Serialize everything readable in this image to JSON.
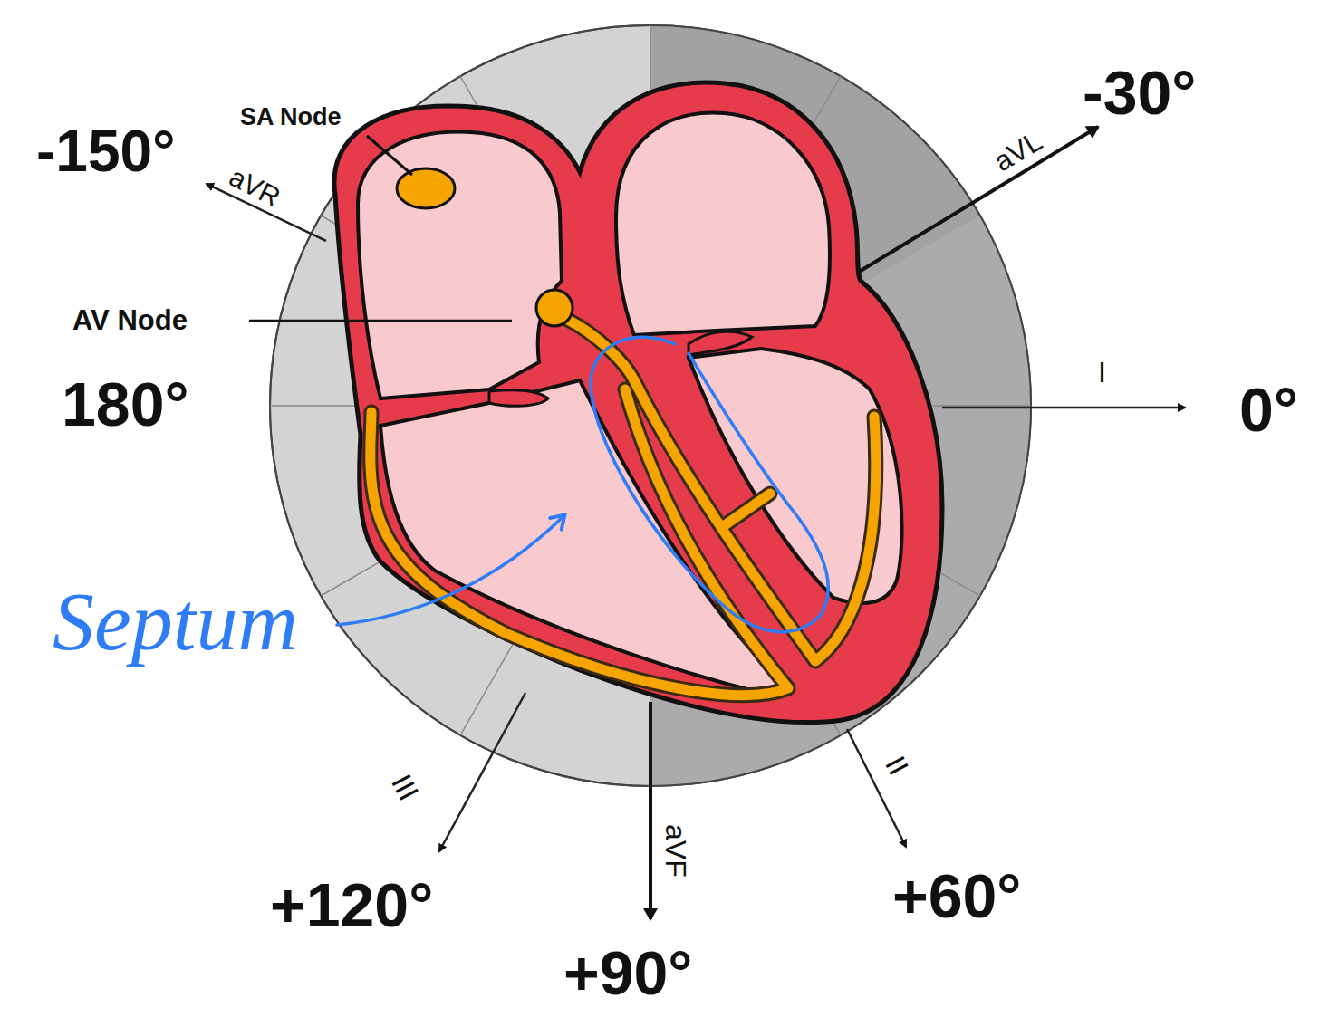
{
  "diagram": {
    "labels": [
      "-150°",
      "SA Node",
      "aVR",
      "AV Node",
      "180°",
      "aVL",
      "-30°",
      "I",
      "0°",
      "Septum",
      "III",
      "+120°",
      "aVF",
      "II",
      "+60°",
      "+90°"
    ]
  }
}
